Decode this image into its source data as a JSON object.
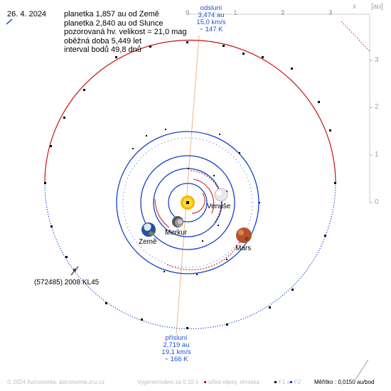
{
  "date": "26. 4. 2024",
  "info_lines": [
    "planetka 1,857 au od Země",
    "planetka 2,840 au od Slunce",
    "pozorovaná hv. velikost = 21,0 mag",
    "oběžná doba 5,449 let",
    "interval bodů 49,8 dnů"
  ],
  "aphelion": {
    "title": "odsluní",
    "dist": "3,474 au",
    "speed": "15,0 km/s",
    "temp": "~ 147 K"
  },
  "perihelion": {
    "title": "přísluní",
    "dist": "2,719 au",
    "speed": "19,1 km/s",
    "temp": "~ 166 K"
  },
  "asteroid_label": "(572485) 2008 KL45",
  "planet_labels": {
    "venus": "Venuše",
    "mercury": "Merkur",
    "earth": "Země",
    "mars": "Mars"
  },
  "axis": {
    "unit": "[au]",
    "x_letter": "x",
    "top_ticks": [
      "0",
      "1",
      "2",
      "3"
    ],
    "right_ticks": [
      "3",
      "2",
      "1",
      "0"
    ]
  },
  "footer": {
    "copyright": "© 2024 Astronomia, astronomia.zcu.cz",
    "generated": "Vygenerováno za 0,10 s",
    "legend_center": "střed elipsy, ohniska",
    "legend_f1": "F1 a",
    "legend_f2": "F2",
    "scale": "Měřítko : 0,0150 au/bod"
  },
  "colors": {
    "asteroid_orbit": "#cc1111",
    "planet_orbit": "#1140c8",
    "perihelion_line": "#f0b48a",
    "label_blue": "#1f4fd1",
    "axis_grey": "#9aa0a8"
  }
}
